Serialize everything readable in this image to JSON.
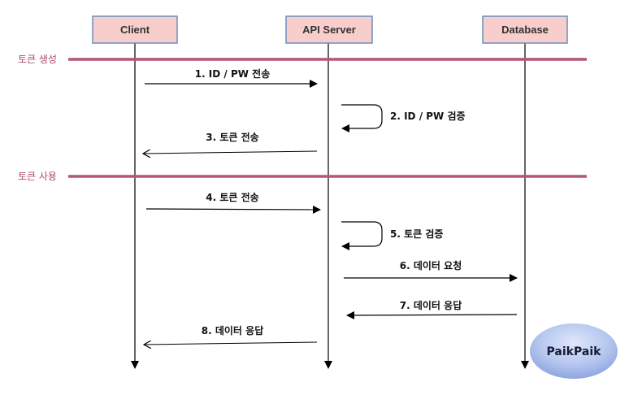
{
  "actors": [
    {
      "id": "client",
      "label": "Client"
    },
    {
      "id": "server",
      "label": "API Server"
    },
    {
      "id": "db",
      "label": "Database"
    }
  ],
  "phases": [
    {
      "label": "토큰 생성"
    },
    {
      "label": "토큰 사용"
    }
  ],
  "messages": [
    {
      "label": "1. ID / PW 전송"
    },
    {
      "label": "2. ID / PW 검증"
    },
    {
      "label": "3. 토큰 전송"
    },
    {
      "label": "4. 토큰 전송"
    },
    {
      "label": "5. 토큰 검증"
    },
    {
      "label": "6. 데이터 요청"
    },
    {
      "label": "7. 데이터 응답"
    },
    {
      "label": "8. 데이터 응답"
    }
  ],
  "logo": {
    "text": "PaikPaik"
  },
  "colors": {
    "actor_fill": "#f8cecc",
    "actor_stroke": "#6c8ebf",
    "phase_line": "#b5557a",
    "phase_text": "#b04a6b",
    "arrow": "#000000"
  }
}
